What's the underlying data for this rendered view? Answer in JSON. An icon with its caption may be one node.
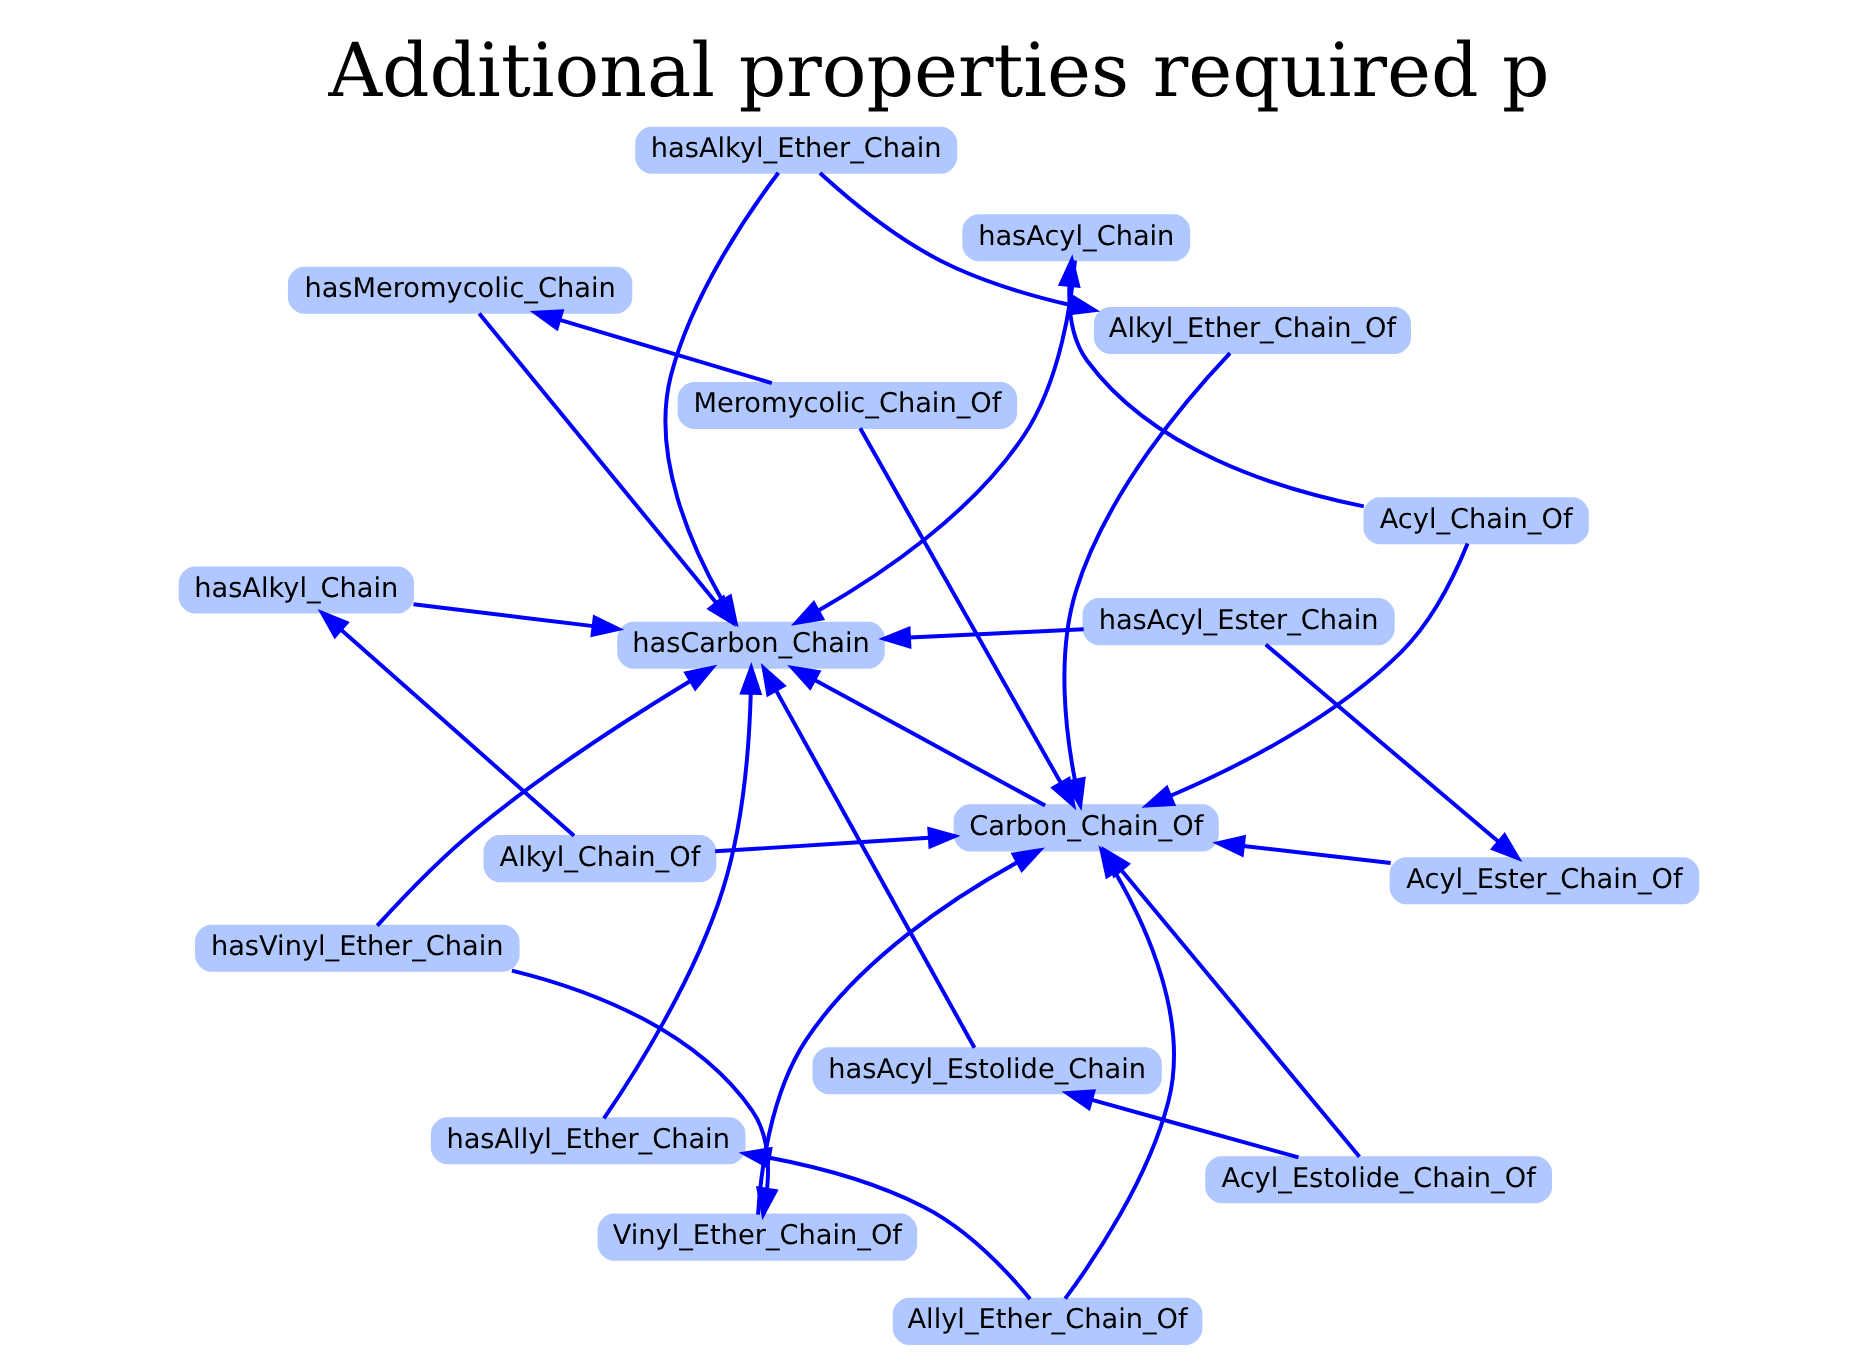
{
  "diagram": {
    "title": "Additional properties required p",
    "nodes": [
      {
        "text": [
          "hasAllyl_Ether_Chain"
        ]
      },
      {
        "text": [
          "hasAcyl_Chain"
        ]
      },
      {
        "text": [
          "Allyl_Ether_Chain_Of"
        ]
      },
      {
        "text": [
          "hasAlkyl_Ether_Chain"
        ]
      },
      {
        "text": [
          "Alkyl_Ether_Chain_Of"
        ]
      },
      {
        "text": [
          "Acyl_Chain_Of"
        ]
      },
      {
        "text": [
          "hasVinyl_Ether_Chain"
        ]
      },
      {
        "text": [
          "hasCarbon_Chain"
        ]
      },
      {
        "text": [
          "Vinyl_Ether_Chain_Of"
        ]
      },
      {
        "text": [
          "Carbon_Chain_Of"
        ]
      },
      {
        "text": [
          "hasAlkyl_Chain"
        ]
      },
      {
        "text": [
          "hasMeromycolic_Chain"
        ]
      },
      {
        "text": [
          "hasAcyl_Estolide_Chain"
        ]
      },
      {
        "text": [
          "Meromycolic_Chain_Of"
        ]
      },
      {
        "text": [
          "hasAcyl_Ester_Chain"
        ]
      },
      {
        "text": [
          "Acyl_Estolide_Chain_Of"
        ]
      },
      {
        "text": [
          "Acyl_Ester_Chain_Of"
        ]
      },
      {
        "text": [
          "Alkyl_Chain_Of"
        ]
      }
    ],
    "edges": [
      {
        "from": 0,
        "to": 7,
        "arrow": "to"
      },
      {
        "from": 1,
        "to": 7,
        "arrow": "to"
      },
      {
        "from": 3,
        "to": 7,
        "arrow": "to"
      },
      {
        "from": 6,
        "to": 7,
        "arrow": "to"
      },
      {
        "from": 10,
        "to": 7,
        "arrow": "to"
      },
      {
        "from": 12,
        "to": 7,
        "arrow": "to"
      },
      {
        "from": 14,
        "to": 7,
        "arrow": "to"
      },
      {
        "from": 11,
        "to": 7,
        "arrow": "to"
      },
      {
        "from": 2,
        "to": 9,
        "arrow": "to"
      },
      {
        "from": 4,
        "to": 9,
        "arrow": "to"
      },
      {
        "from": 5,
        "to": 9,
        "arrow": "to"
      },
      {
        "from": 8,
        "to": 9,
        "arrow": "to"
      },
      {
        "from": 17,
        "to": 9,
        "arrow": "to"
      },
      {
        "from": 15,
        "to": 9,
        "arrow": "to"
      },
      {
        "from": 16,
        "to": 9,
        "arrow": "to"
      },
      {
        "from": 13,
        "to": 9,
        "arrow": "to"
      },
      {
        "from": 9,
        "to": 7,
        "arrow": "to"
      },
      {
        "from": 5,
        "to": 1,
        "arrow": "to"
      },
      {
        "from": 2,
        "to": 0,
        "arrow": "to"
      },
      {
        "from": 3,
        "to": 4,
        "arrow": "to"
      },
      {
        "from": 6,
        "to": 8,
        "arrow": "to"
      },
      {
        "from": 13,
        "to": 11,
        "arrow": "to"
      },
      {
        "from": 17,
        "to": 10,
        "arrow": "to"
      },
      {
        "from": 15,
        "to": 12,
        "arrow": "to"
      },
      {
        "from": 14,
        "to": 16,
        "arrow": "to"
      }
    ]
  }
}
